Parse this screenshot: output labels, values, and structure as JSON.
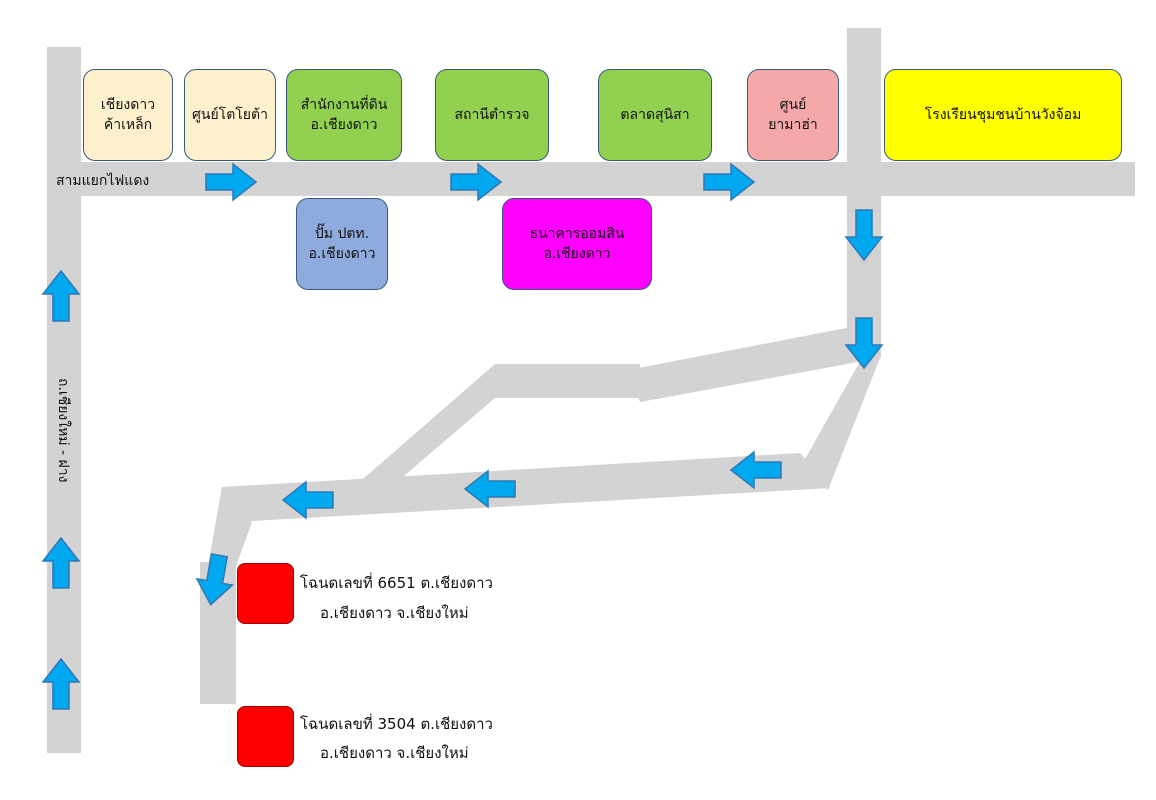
{
  "colors": {
    "road": "#d3d3d3",
    "arrow": "#00a8f0",
    "arrow_stroke": "#2f78b4",
    "cream": "#fdf0cc",
    "green": "#92d050",
    "pink": "#f4a8a8",
    "yellow": "#ffff00",
    "blue": "#8faadc",
    "magenta": "#ff00ff",
    "marker": "#ff0000"
  },
  "road_labels": {
    "intersection": "สามแยกไฟแดง",
    "highway": "ถ.เชียงใหม่ - ฝาง"
  },
  "places": {
    "hardware": "เชียงดาว\nค้าเหล็ก",
    "toyota": "ศูนย์โตโยต้า",
    "land_office": "สำนักงานที่ดิน\nอ.เชียงดาว",
    "police": "สถานีตำรวจ",
    "market": "ตลาดสุนิสา",
    "yamaha": "ศูนย์\nยามาฮ่า",
    "school": "โรงเรียนชุมชนบ้านวังจ้อม",
    "ptt": "ปั๊ม ปตท.\nอ.เชียงดาว",
    "bank": "ธนาคารออมสิน\nอ.เชียงดาว"
  },
  "parcels": {
    "p1_line1": "โฉนดเลขที่ 6651 ต.เชียงดาว",
    "p1_line2": "อ.เชียงดาว จ.เชียงใหม่",
    "p2_line1": "โฉนดเลขที่ 3504 ต.เชียงดาว",
    "p2_line2": "อ.เชียงดาว  จ.เชียงใหม่"
  }
}
